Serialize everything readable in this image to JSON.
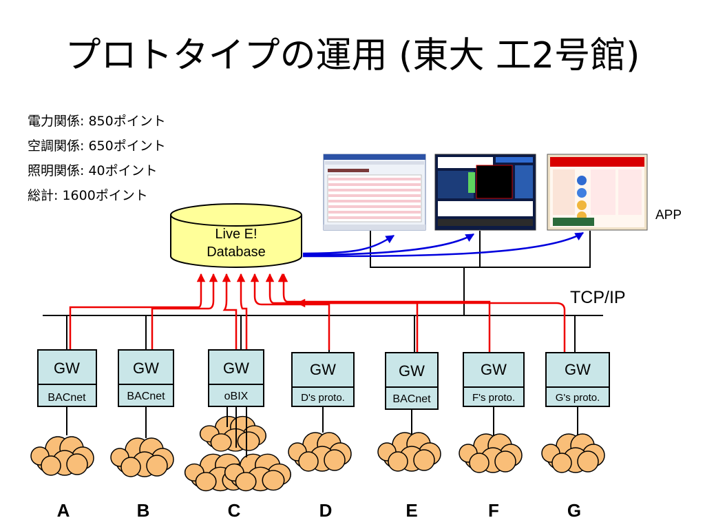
{
  "title": "プロトタイプの運用 (東大 工2号館)",
  "stats": [
    "電力関係: 850ポイント",
    "空調関係: 650ポイント",
    "照明関係: 40ポイント",
    "総計: 1600ポイント"
  ],
  "database": {
    "line1": "Live E!",
    "line2": "Database"
  },
  "app_label": "APP",
  "network_label": "TCP/IP",
  "gateways": [
    {
      "gw": "GW",
      "proto": "BACnet",
      "site": "A"
    },
    {
      "gw": "GW",
      "proto": "BACnet",
      "site": "B"
    },
    {
      "gw": "GW",
      "proto": "oBIX",
      "site": "C"
    },
    {
      "gw": "GW",
      "proto": "D's proto.",
      "site": "D"
    },
    {
      "gw": "GW",
      "proto": "BACnet",
      "site": "E"
    },
    {
      "gw": "GW",
      "proto": "F's proto.",
      "site": "F"
    },
    {
      "gw": "GW",
      "proto": "G's proto.",
      "site": "G"
    }
  ],
  "colors": {
    "gateway_fill": "#c9e6e8",
    "database_fill": "#ffff99",
    "cloud_fill": "#f9be78",
    "data_flow": "#ee0000",
    "app_flow": "#0000dd"
  }
}
